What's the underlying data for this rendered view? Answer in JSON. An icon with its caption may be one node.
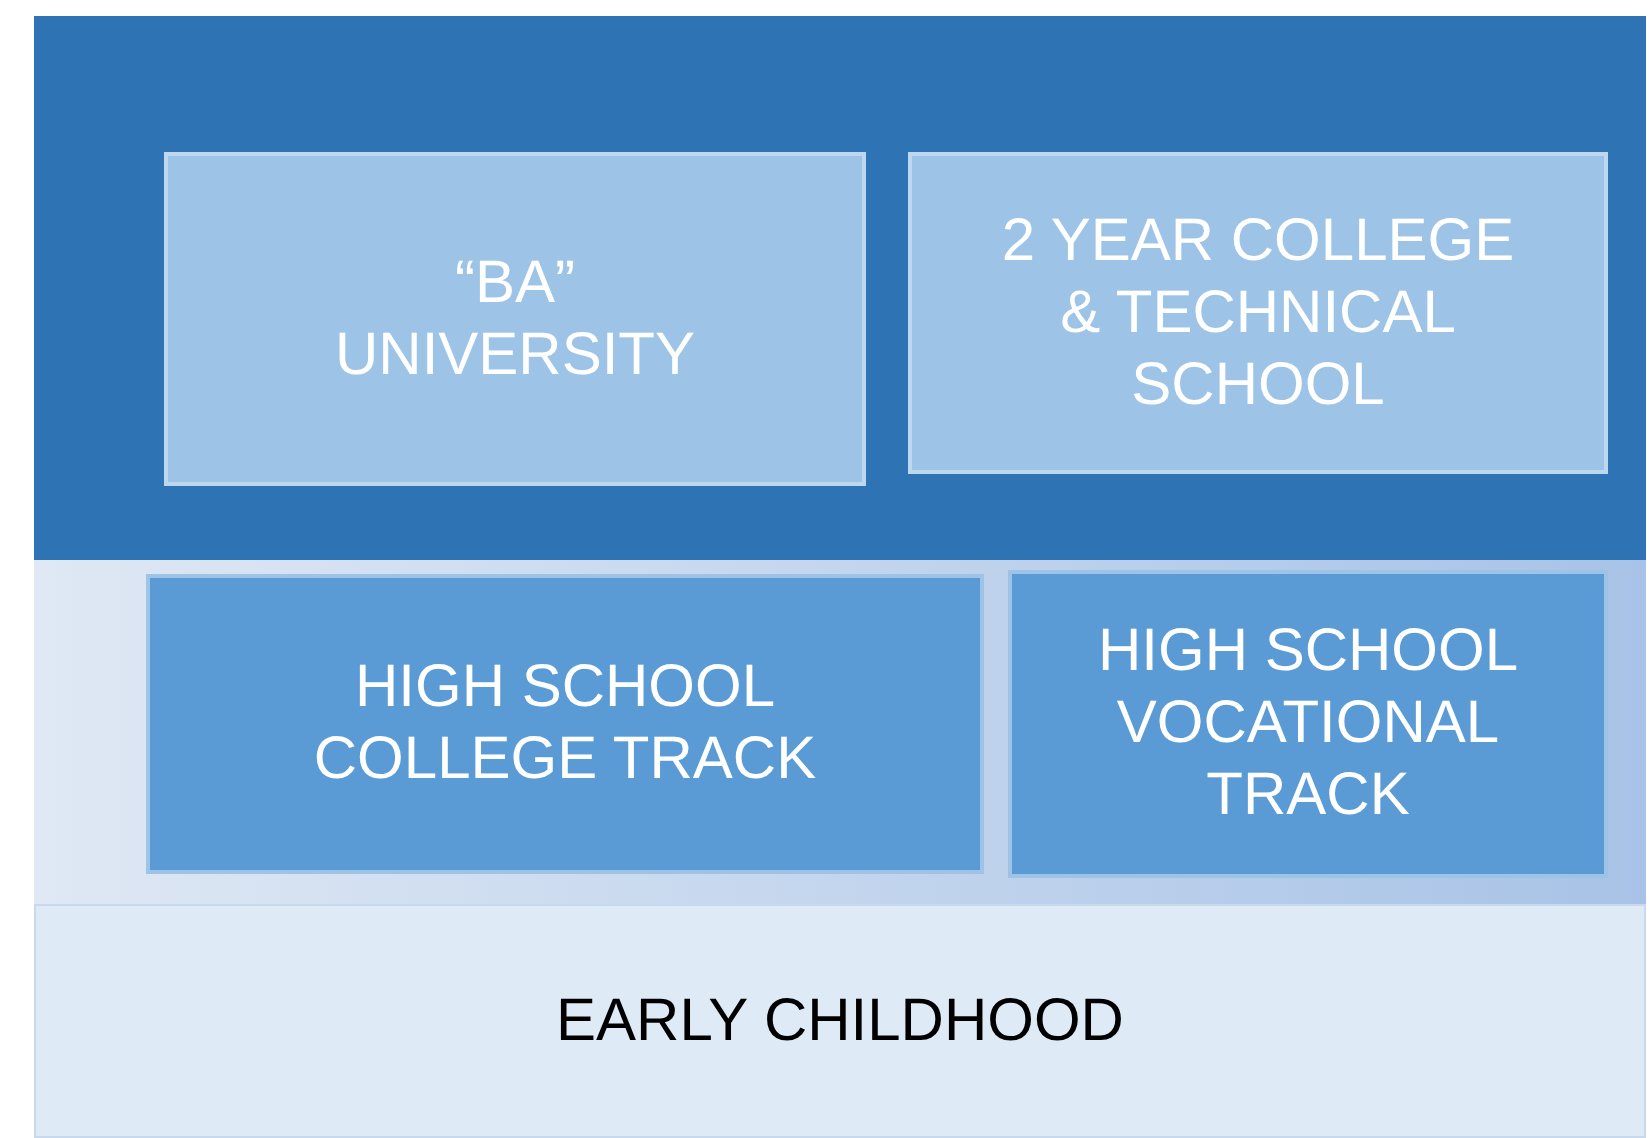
{
  "diagram": {
    "nodes": [
      {
        "text": [],
        "shape": "box"
      },
      {
        "text": [
          "“BA” UNIVERSITY"
        ],
        "in": 0
      },
      {
        "text": [
          "2 YEAR COLLEGE & TECHNICAL SCHOOL"
        ],
        "in": 0
      },
      {
        "text": [],
        "shape": "box"
      },
      {
        "text": [
          "HIGH SCHOOL COLLEGE TRACK"
        ],
        "in": 3
      },
      {
        "text": [
          "HIGH SCHOOL VOCATIONAL TRACK"
        ],
        "in": 3
      },
      {
        "text": [
          "EARLY CHILDHOOD"
        ]
      }
    ]
  }
}
